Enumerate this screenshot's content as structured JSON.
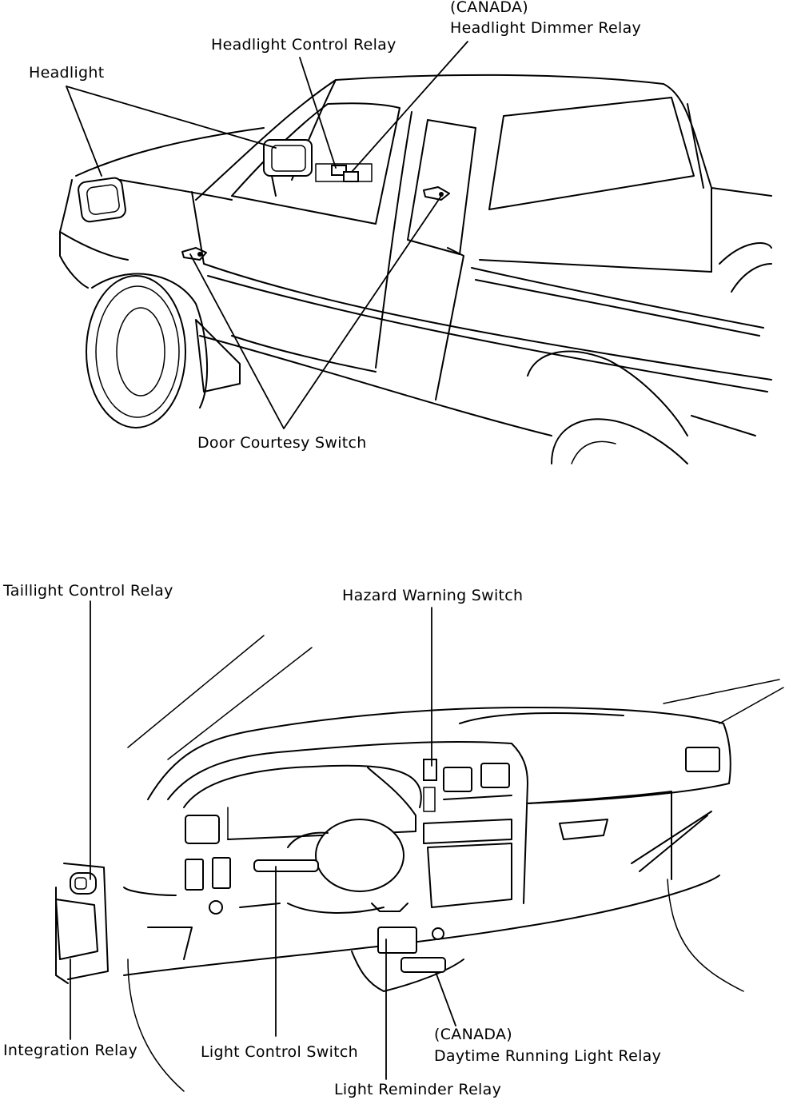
{
  "labels": {
    "headlight": "Headlight",
    "headlight_control_relay": "Headlight Control Relay",
    "canada_top": "(CANADA)",
    "headlight_dimmer_relay": "Headlight Dimmer Relay",
    "door_courtesy_switch": "Door Courtesy Switch",
    "taillight_control_relay": "Taillight Control Relay",
    "hazard_warning_switch": "Hazard Warning Switch",
    "integration_relay": "Integration Relay",
    "light_control_switch": "Light Control Switch",
    "canada_bottom": "(CANADA)",
    "daytime_running_light_relay": "Daytime Running Light Relay",
    "light_reminder_relay": "Light Reminder Relay"
  }
}
